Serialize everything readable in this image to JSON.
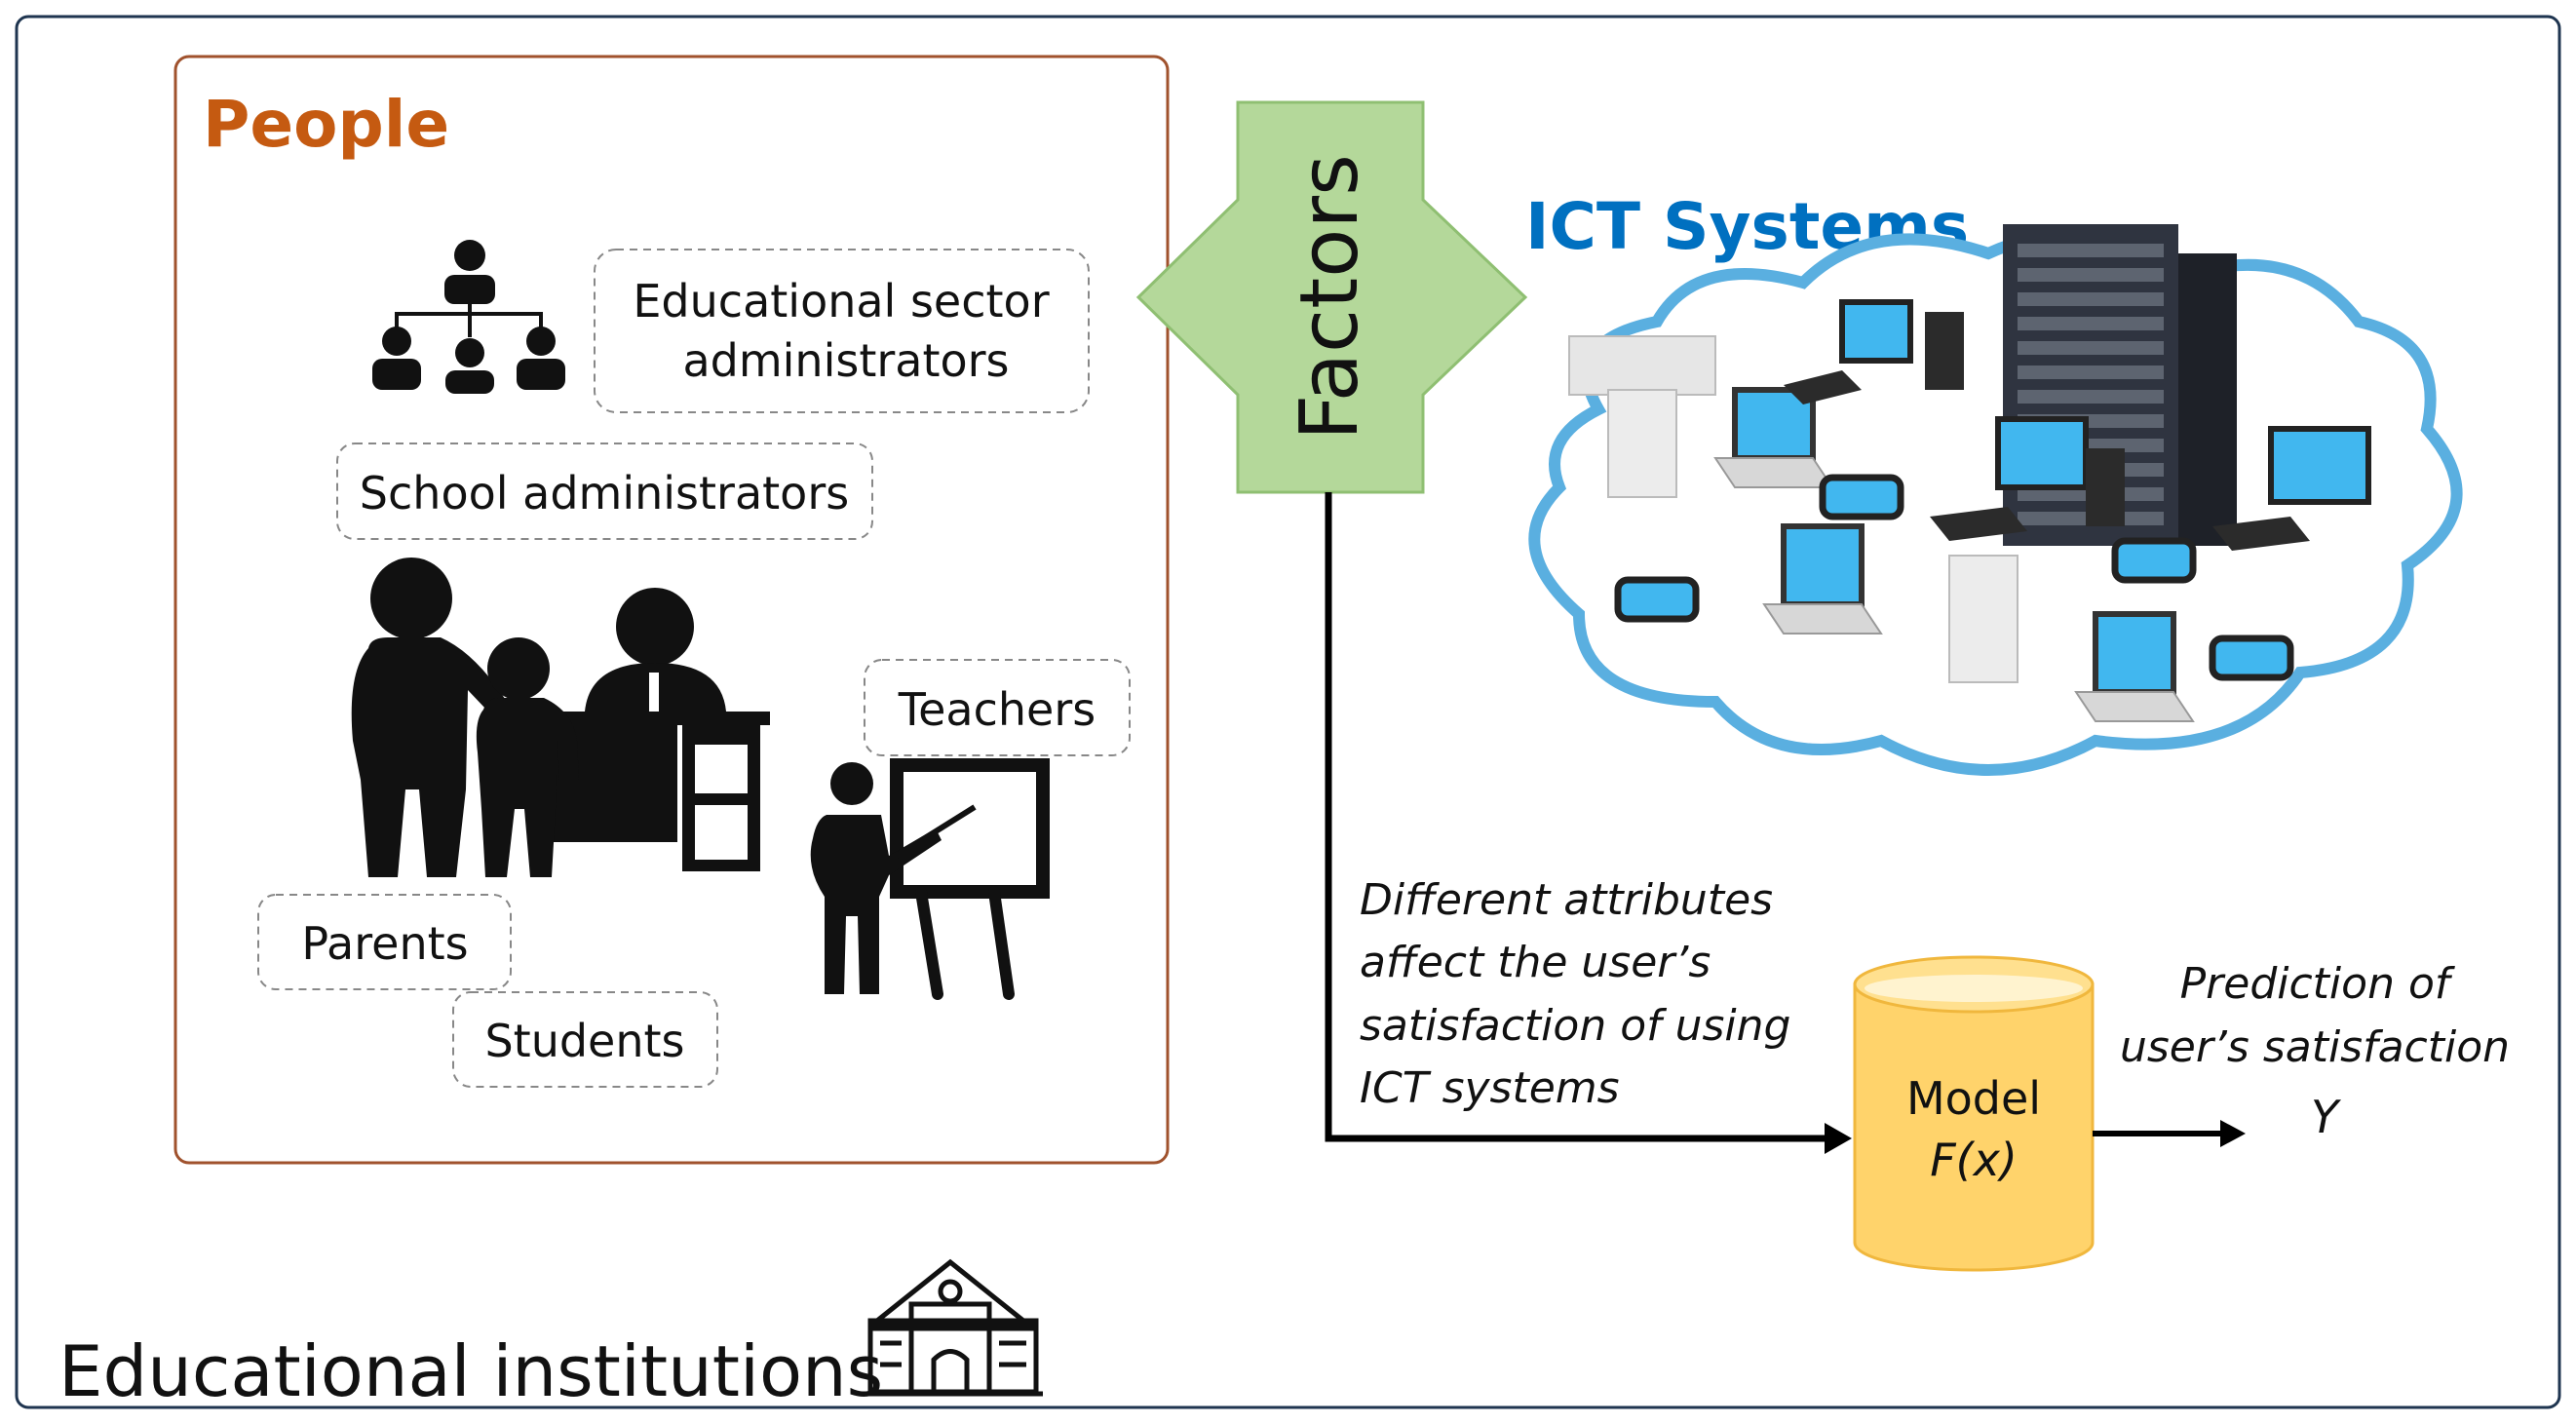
{
  "colors": {
    "frame": "#1f3550",
    "people_accent": "#c55a11",
    "ict_accent": "#0070c0",
    "factor_fill": "#b4d89a",
    "factor_edge": "#8fbf72",
    "model_fill": "#ffd36b",
    "model_edge": "#f0b73d",
    "cloud": "#5aafe0",
    "screen": "#41b7ef"
  },
  "people": {
    "title": "People",
    "roles": {
      "sector_admins_line1": "Educational sector",
      "sector_admins_line2": "administrators",
      "school_admins": "School administrators",
      "teachers": "Teachers",
      "parents": "Parents",
      "students": "Students"
    },
    "icons": [
      "org-chart-icon",
      "parent-child-desk-icon",
      "teacher-board-icon"
    ]
  },
  "factors": {
    "label": "Factors"
  },
  "ict": {
    "title": "ICT Systems",
    "image": "cloud-network-icon"
  },
  "flow": {
    "attributes_lines": [
      "Different attributes",
      "affect the user’s",
      "satisfaction of using",
      "ICT systems"
    ],
    "model_line1": "Model",
    "model_line2": "F(x)",
    "prediction_lines": [
      "Prediction of",
      "user’s satisfaction"
    ],
    "output": "Y"
  },
  "institution": {
    "label": "Educational institutions",
    "icon": "school-building-icon"
  }
}
